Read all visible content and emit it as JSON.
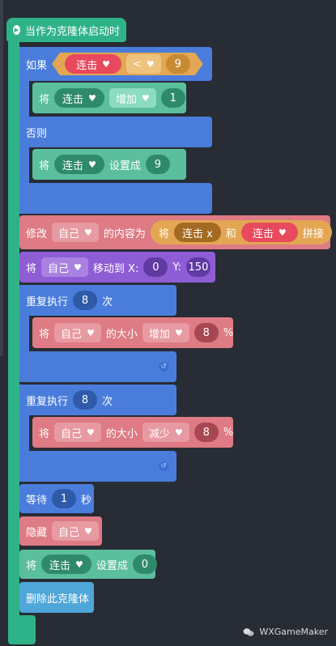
{
  "hat": {
    "label": "当作为克隆体启动时"
  },
  "if_block": {
    "if_label": "如果",
    "cond": {
      "var": "连击",
      "op": "<",
      "value": "9"
    },
    "then": {
      "jiang": "将",
      "var": "连击",
      "action": "增加",
      "value": "1"
    },
    "else_label": "否则",
    "else_stmt": {
      "jiang": "将",
      "var": "连击",
      "action": "设置成",
      "value": "9"
    }
  },
  "modify": {
    "label": "修改",
    "target": "自己",
    "mid": "的内容为",
    "join_jiang": "将",
    "join_a": "连击 x",
    "join_and": "和",
    "join_b": "连击",
    "join_end": "拼接"
  },
  "move": {
    "jiang": "将",
    "target": "自己",
    "label": "移动到 X:",
    "x": "0",
    "y_label": "Y:",
    "y": "150"
  },
  "repeat1": {
    "label": "重复执行",
    "times": "8",
    "unit": "次",
    "inner": {
      "jiang": "将",
      "target": "自己",
      "mid": "的大小",
      "action": "增加",
      "value": "8",
      "pct": "%"
    }
  },
  "repeat2": {
    "label": "重复执行",
    "times": "8",
    "unit": "次",
    "inner": {
      "jiang": "将",
      "target": "自己",
      "mid": "的大小",
      "action": "减少",
      "value": "8",
      "pct": "%"
    }
  },
  "wait": {
    "label": "等待",
    "value": "1",
    "unit": "秒"
  },
  "hide": {
    "label": "隐藏",
    "target": "自己"
  },
  "set_final": {
    "jiang": "将",
    "var": "连击",
    "label": "设置成",
    "value": "0"
  },
  "delete": {
    "label": "删除此克隆体"
  },
  "watermark": {
    "text": "WXGameMaker"
  },
  "colors": {
    "control": "#4a7ddb",
    "event": "#2eb389",
    "variable": "#5bbf9e",
    "looks": "#de7b85",
    "motion": "#8e5dd6",
    "operator": "#e3a753",
    "string": "#e8495d"
  }
}
